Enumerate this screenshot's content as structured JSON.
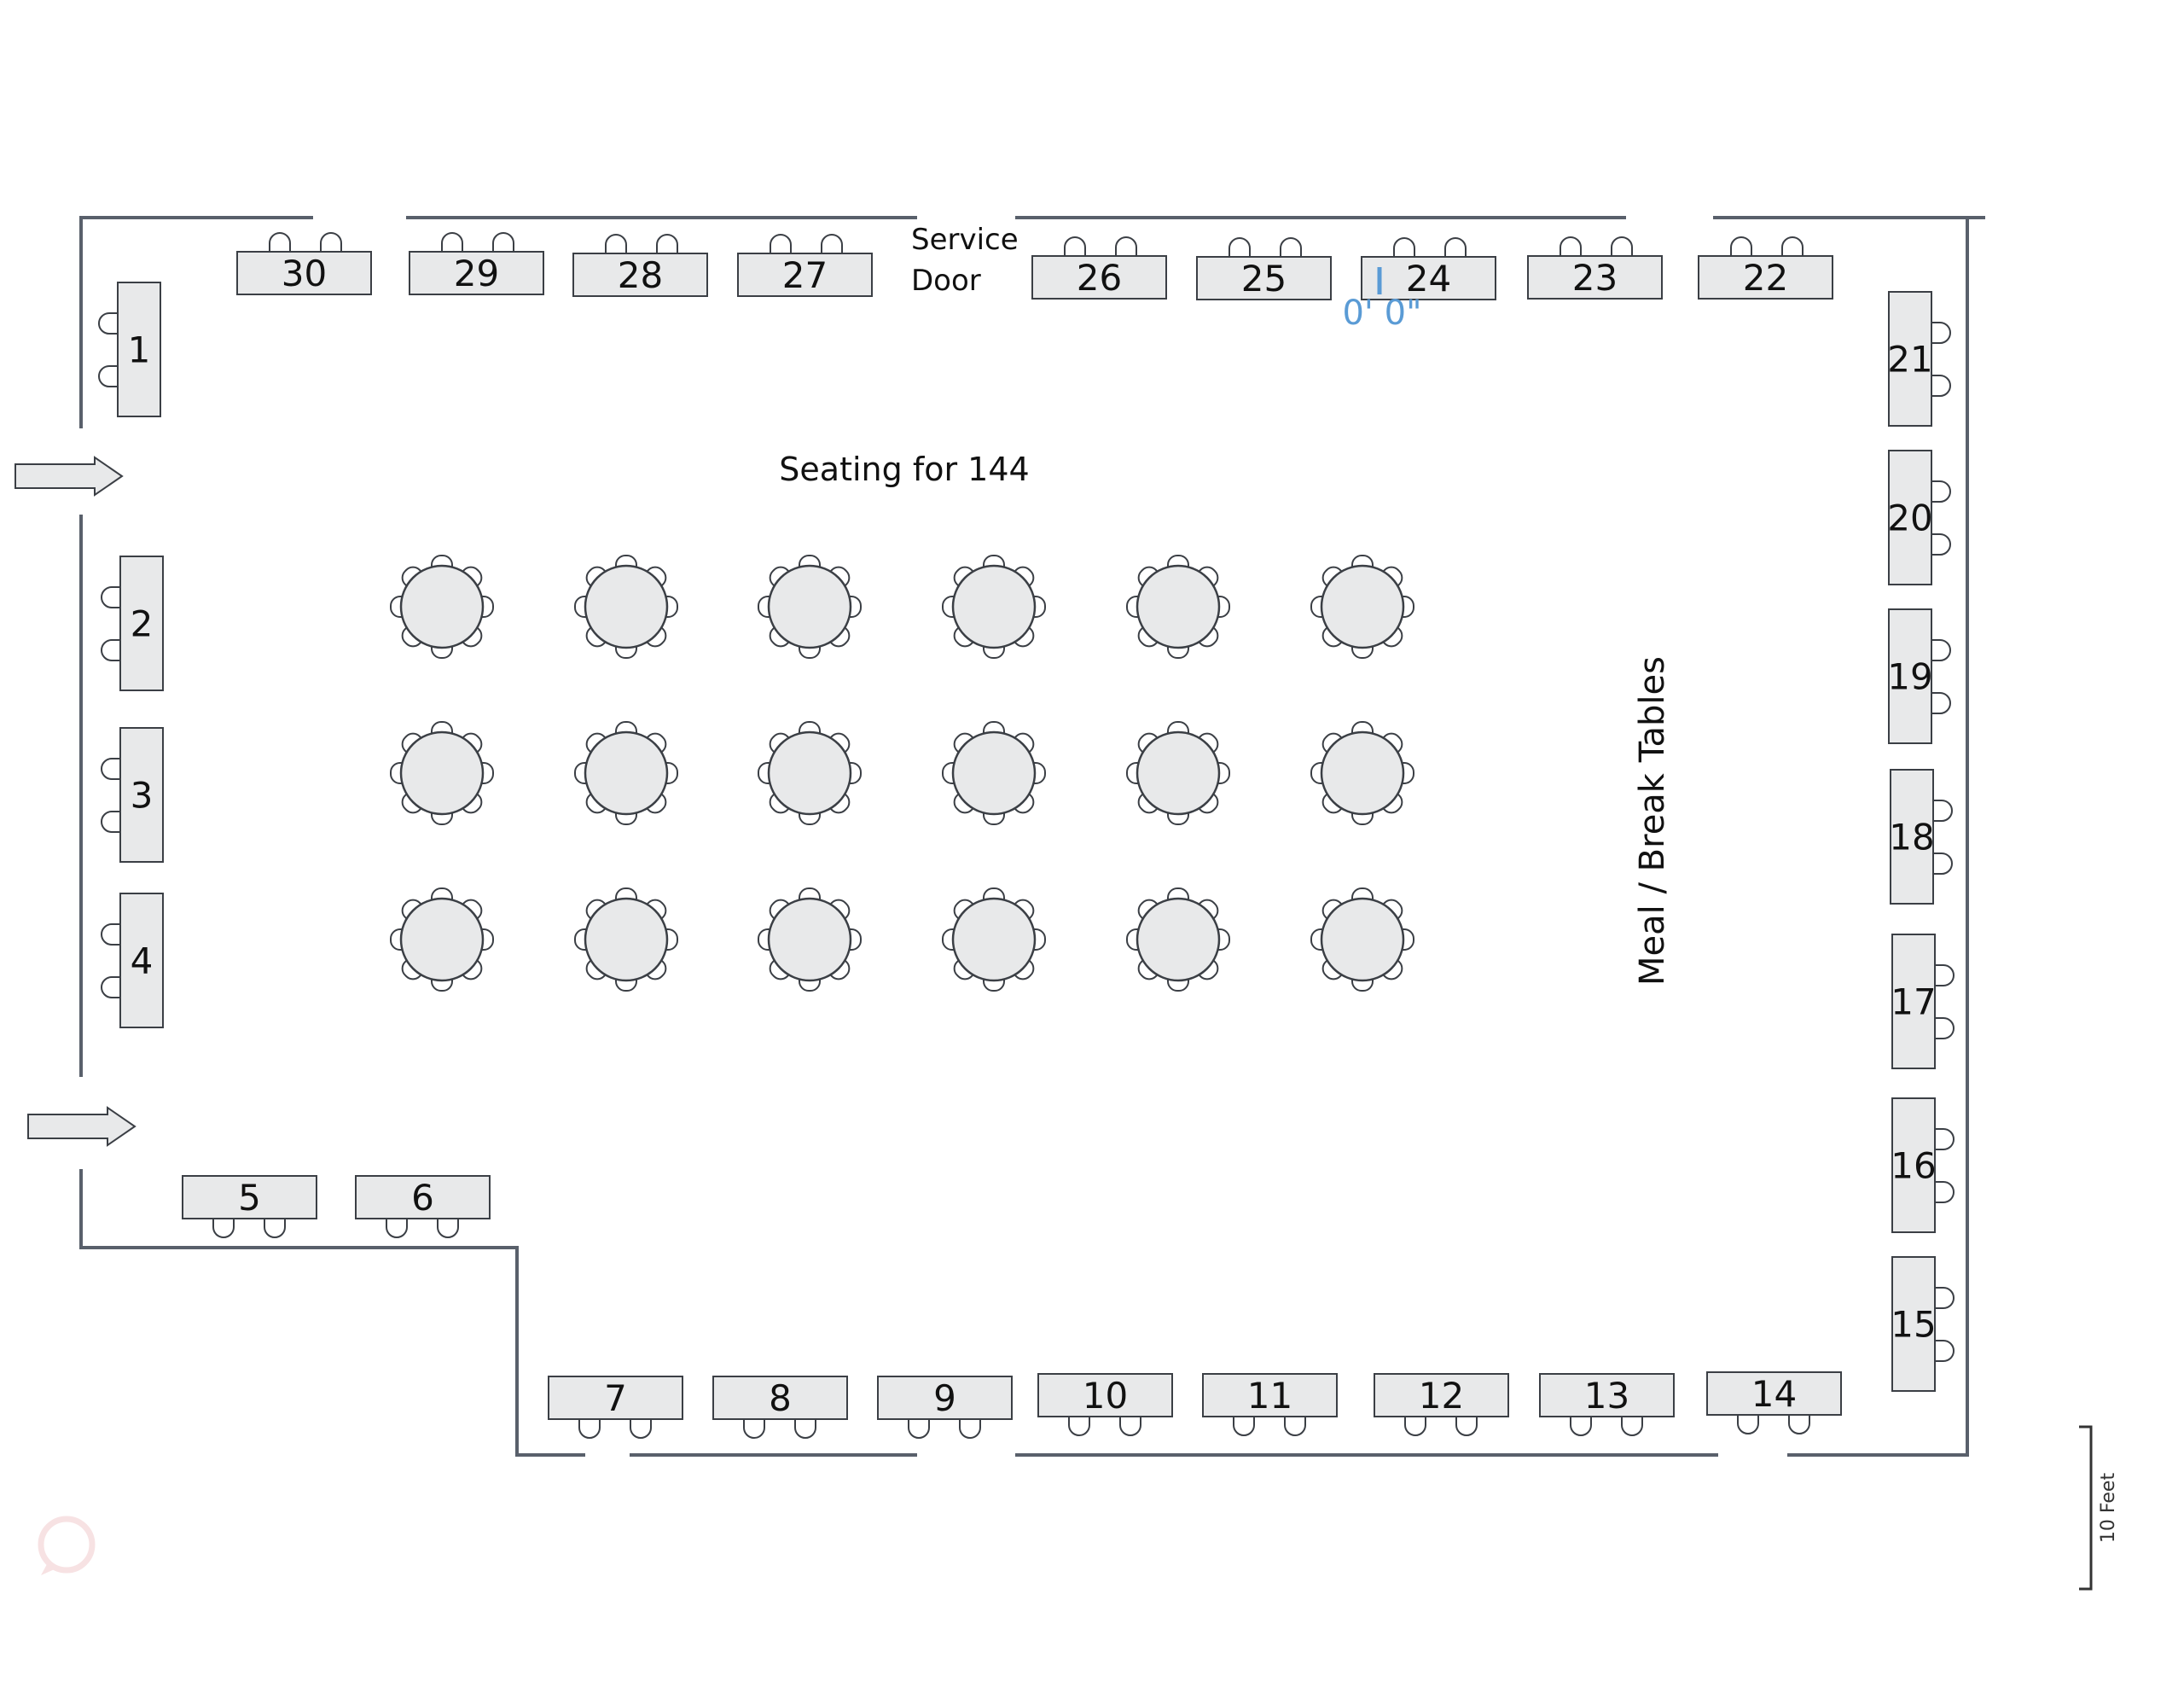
{
  "title": "Seating for 144",
  "service_door": [
    "Service",
    "Door"
  ],
  "meal_label": "Meal / Break Tables",
  "measurement": "0' 0\"",
  "scale_label": "10 Feet",
  "icons": {
    "entry_arrow": "arrow-right-icon",
    "corner_logo": "sun-logo-icon"
  },
  "exhibit_tables": [
    {
      "id": "1",
      "label": "1"
    },
    {
      "id": "2",
      "label": "2"
    },
    {
      "id": "3",
      "label": "3"
    },
    {
      "id": "4",
      "label": "4"
    },
    {
      "id": "5",
      "label": "5"
    },
    {
      "id": "6",
      "label": "6"
    },
    {
      "id": "7",
      "label": "7"
    },
    {
      "id": "8",
      "label": "8"
    },
    {
      "id": "9",
      "label": "9"
    },
    {
      "id": "10",
      "label": "10"
    },
    {
      "id": "11",
      "label": "11"
    },
    {
      "id": "12",
      "label": "12"
    },
    {
      "id": "13",
      "label": "13"
    },
    {
      "id": "14",
      "label": "14"
    },
    {
      "id": "15",
      "label": "15"
    },
    {
      "id": "16",
      "label": "16"
    },
    {
      "id": "17",
      "label": "17"
    },
    {
      "id": "18",
      "label": "18"
    },
    {
      "id": "19",
      "label": "19"
    },
    {
      "id": "20",
      "label": "20"
    },
    {
      "id": "21",
      "label": "21"
    },
    {
      "id": "22",
      "label": "22"
    },
    {
      "id": "23",
      "label": "23"
    },
    {
      "id": "24",
      "label": "24"
    },
    {
      "id": "25",
      "label": "25"
    },
    {
      "id": "26",
      "label": "26"
    },
    {
      "id": "27",
      "label": "27"
    },
    {
      "id": "28",
      "label": "28"
    },
    {
      "id": "29",
      "label": "29"
    },
    {
      "id": "30",
      "label": "30"
    }
  ],
  "round_tables": {
    "rows": 3,
    "columns": 6,
    "seats_per_table": 8
  }
}
